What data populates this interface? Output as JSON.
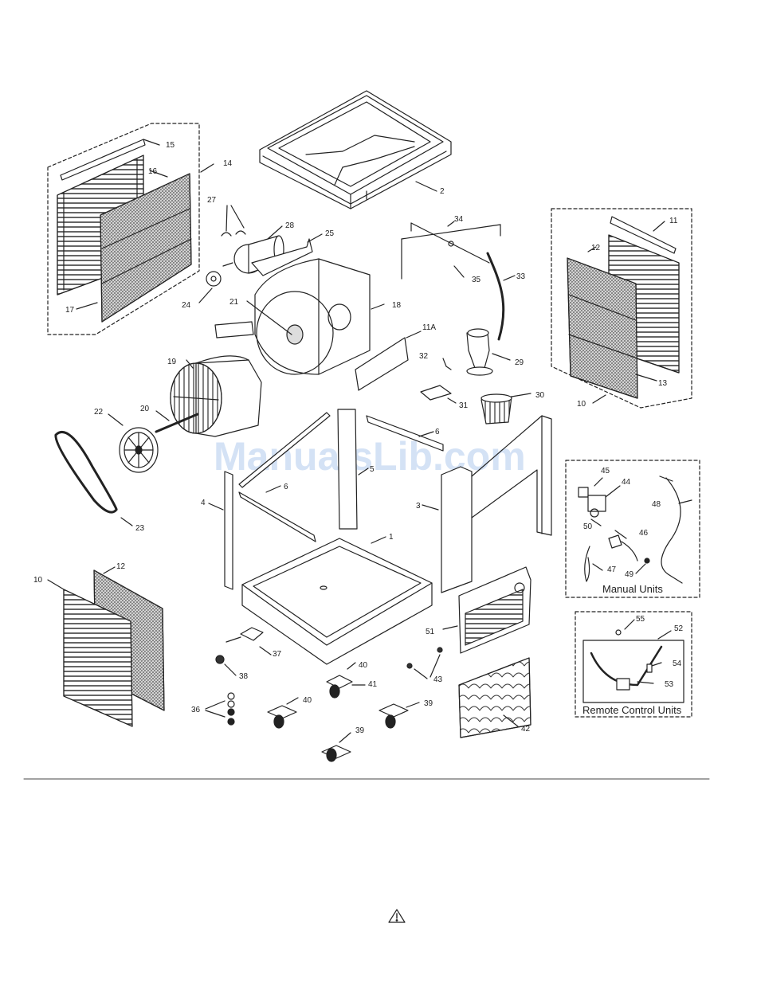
{
  "watermark": "ManualsLib.com",
  "group_labels": {
    "manual": "Manual Units",
    "remote": "Remote Control Units"
  },
  "callouts": {
    "c1": "1",
    "c2": "2",
    "c3": "3",
    "c4": "4",
    "c5": "5",
    "c6a": "6",
    "c6b": "6",
    "c10a": "10",
    "c10b": "10",
    "c11": "11",
    "c11A": "11A",
    "c12a": "12",
    "c12b": "12",
    "c13": "13",
    "c14": "14",
    "c15": "15",
    "c16": "16",
    "c17": "17",
    "c18": "18",
    "c19": "19",
    "c20": "20",
    "c21": "21",
    "c22": "22",
    "c23": "23",
    "c24": "24",
    "c25": "25",
    "c27": "27",
    "c28": "28",
    "c29": "29",
    "c30": "30",
    "c31": "31",
    "c32": "32",
    "c33": "33",
    "c34": "34",
    "c35": "35",
    "c36": "36",
    "c37": "37",
    "c38": "38",
    "c39a": "39",
    "c39b": "39",
    "c40a": "40",
    "c40b": "40",
    "c41": "41",
    "c42": "42",
    "c43": "43",
    "c44": "44",
    "c45": "45",
    "c46": "46",
    "c47": "47",
    "c48": "48",
    "c49": "49",
    "c50": "50",
    "c51": "51",
    "c52": "52",
    "c53": "53",
    "c54": "54",
    "c55": "55"
  },
  "warning_icon": "warning-triangle-icon"
}
